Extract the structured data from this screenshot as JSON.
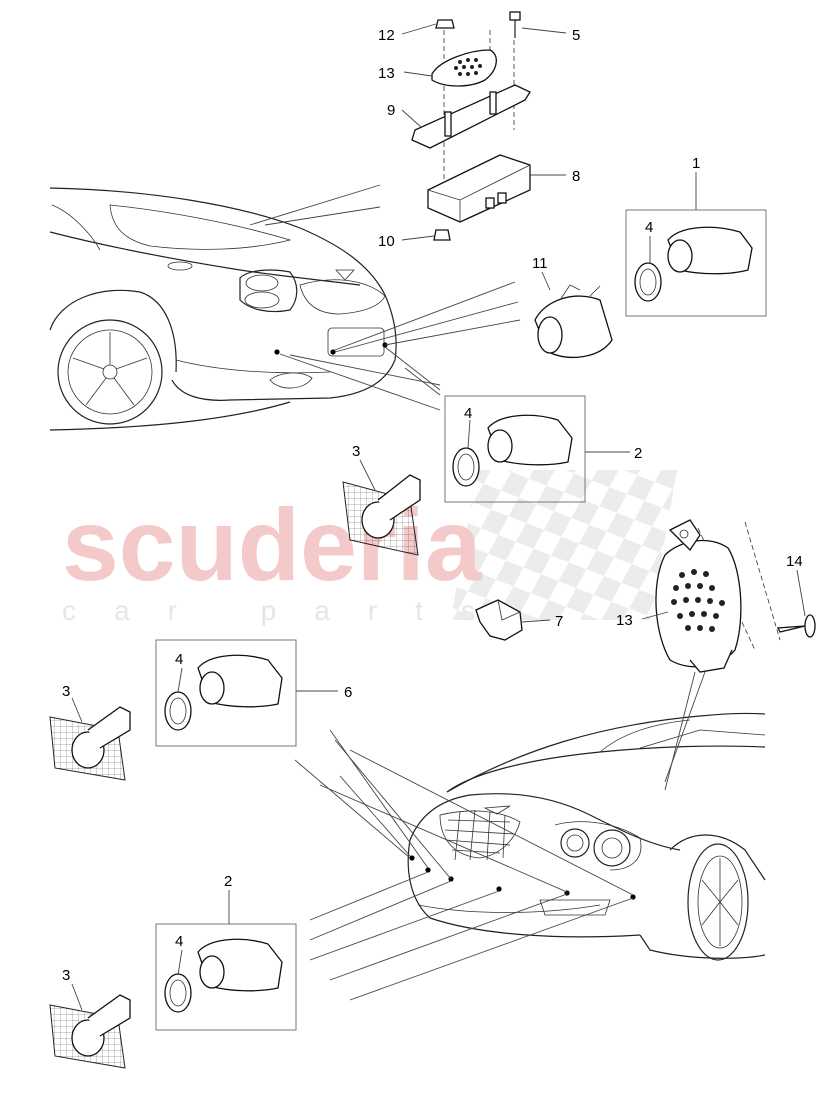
{
  "watermark": {
    "brand": "scuderia",
    "tagline": "car parts",
    "color": "#f3c9c9"
  },
  "callouts": [
    {
      "id": "c12",
      "text": "12"
    },
    {
      "id": "c5",
      "text": "5"
    },
    {
      "id": "c13a",
      "text": "13"
    },
    {
      "id": "c9",
      "text": "9"
    },
    {
      "id": "c8",
      "text": "8"
    },
    {
      "id": "c10",
      "text": "10"
    },
    {
      "id": "c1",
      "text": "1"
    },
    {
      "id": "c4a",
      "text": "4"
    },
    {
      "id": "c11",
      "text": "11"
    },
    {
      "id": "c4b",
      "text": "4"
    },
    {
      "id": "c2a",
      "text": "2"
    },
    {
      "id": "c3a",
      "text": "3"
    },
    {
      "id": "c13b",
      "text": "13"
    },
    {
      "id": "c14",
      "text": "14"
    },
    {
      "id": "c7",
      "text": "7"
    },
    {
      "id": "c4c",
      "text": "4"
    },
    {
      "id": "c6",
      "text": "6"
    },
    {
      "id": "c3b",
      "text": "3"
    },
    {
      "id": "c2b",
      "text": "2"
    },
    {
      "id": "c4d",
      "text": "4"
    },
    {
      "id": "c3c",
      "text": "3"
    }
  ],
  "icons": {
    "rear_car": "car-rear-icon",
    "front_car": "car-front-icon",
    "sensor": "parking-sensor-icon",
    "buzzer": "warning-buzzer-icon",
    "control_unit": "control-unit-icon"
  }
}
